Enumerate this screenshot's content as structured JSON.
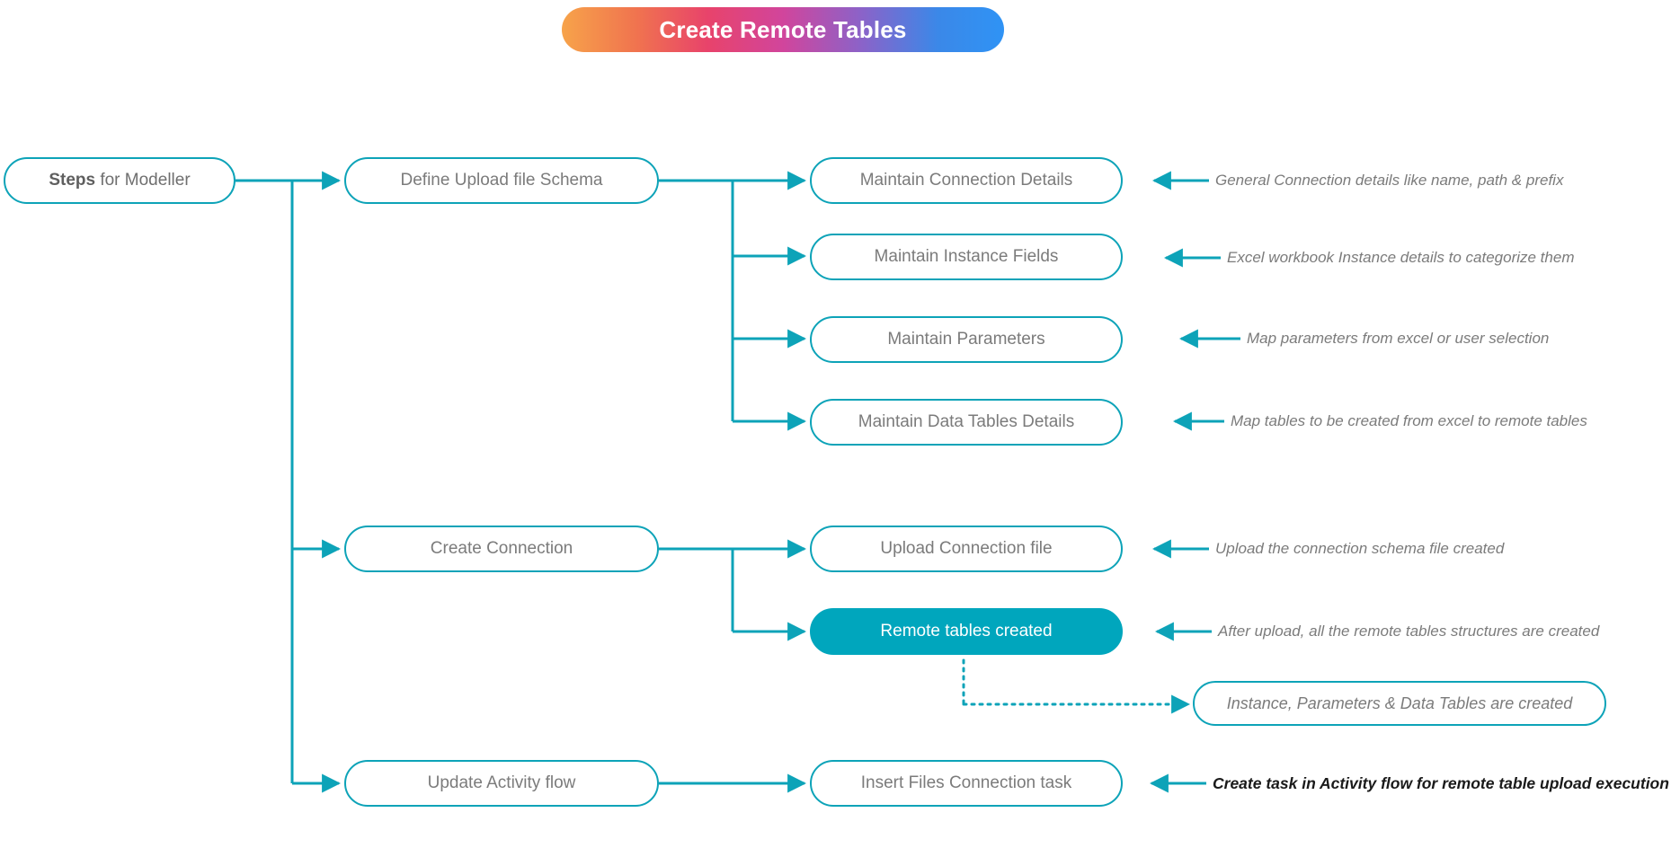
{
  "title": {
    "text": "Create Remote Tables",
    "gradient_from": "#f7a34a",
    "gradient_mid": "#e8436b",
    "gradient_to": "#2f93f5"
  },
  "theme": {
    "accent": "#0da3b8",
    "accent_fill": "#00a6bd",
    "node_text": "#7b7b7b",
    "strong_text": "#1a1a1a",
    "background": "#ffffff"
  },
  "root": {
    "bold_label": "Steps",
    "rest_label": " for Modeller"
  },
  "stages": [
    {
      "label": "Define Upload file Schema"
    },
    {
      "label": "Create Connection"
    },
    {
      "label": "Update Activity flow"
    }
  ],
  "tasks": [
    {
      "label": "Maintain Connection Details",
      "highlighted": false
    },
    {
      "label": "Maintain Instance Fields",
      "highlighted": false
    },
    {
      "label": "Maintain Parameters",
      "highlighted": false
    },
    {
      "label": "Maintain Data Tables Details",
      "highlighted": false
    },
    {
      "label": "Upload Connection file",
      "highlighted": false
    },
    {
      "label": "Remote tables created",
      "highlighted": true
    },
    {
      "label": "Insert Files Connection task",
      "highlighted": false
    }
  ],
  "outcome": {
    "label": "Instance, Parameters & Data Tables are created"
  },
  "annotations": [
    {
      "text": "General Connection  details like name, path & prefix",
      "emphasis": false
    },
    {
      "text": "Excel workbook Instance details to categorize them",
      "emphasis": false
    },
    {
      "text": "Map parameters from excel or user selection",
      "emphasis": false
    },
    {
      "text": "Map tables to be created from excel to remote tables",
      "emphasis": false
    },
    {
      "text": "Upload the connection schema file created",
      "emphasis": false
    },
    {
      "text": "After upload, all the remote tables structures are created",
      "emphasis": false
    },
    {
      "text": "Create  task in Activity flow for remote table upload execution",
      "emphasis": true
    }
  ]
}
